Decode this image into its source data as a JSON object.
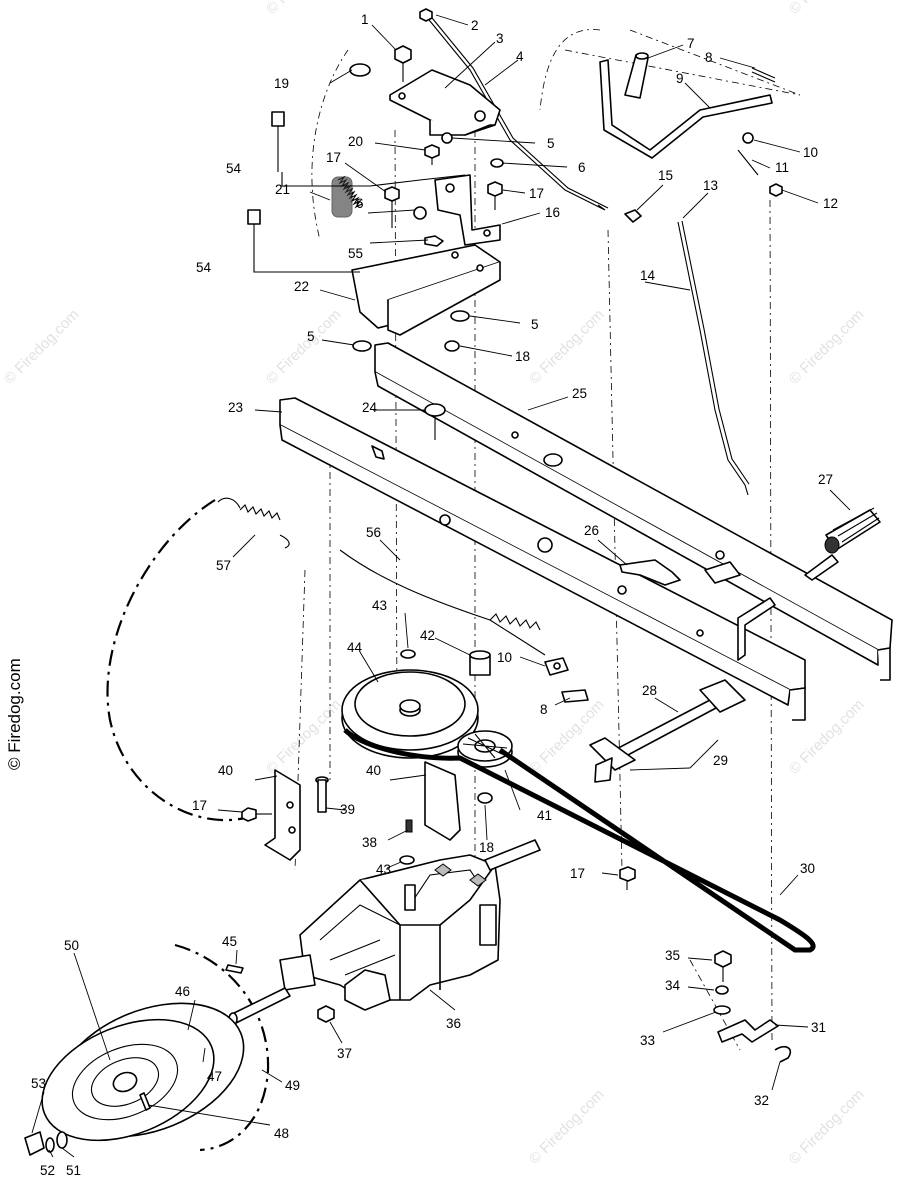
{
  "watermark": {
    "side_text": "© Firedog.com",
    "repeat_text": "© Firedog.com"
  },
  "callouts": [
    {
      "num": "1"
    },
    {
      "num": "2"
    },
    {
      "num": "3"
    },
    {
      "num": "4"
    },
    {
      "num": "5"
    },
    {
      "num": "5"
    },
    {
      "num": "5"
    },
    {
      "num": "6"
    },
    {
      "num": "6"
    },
    {
      "num": "7"
    },
    {
      "num": "8"
    },
    {
      "num": "8"
    },
    {
      "num": "9"
    },
    {
      "num": "10"
    },
    {
      "num": "10"
    },
    {
      "num": "11"
    },
    {
      "num": "12"
    },
    {
      "num": "13"
    },
    {
      "num": "14"
    },
    {
      "num": "15"
    },
    {
      "num": "16"
    },
    {
      "num": "17"
    },
    {
      "num": "17"
    },
    {
      "num": "17"
    },
    {
      "num": "17"
    },
    {
      "num": "18"
    },
    {
      "num": "18"
    },
    {
      "num": "19"
    },
    {
      "num": "20"
    },
    {
      "num": "21"
    },
    {
      "num": "22"
    },
    {
      "num": "23"
    },
    {
      "num": "24"
    },
    {
      "num": "25"
    },
    {
      "num": "26"
    },
    {
      "num": "27"
    },
    {
      "num": "28"
    },
    {
      "num": "29"
    },
    {
      "num": "30"
    },
    {
      "num": "31"
    },
    {
      "num": "32"
    },
    {
      "num": "33"
    },
    {
      "num": "34"
    },
    {
      "num": "35"
    },
    {
      "num": "36"
    },
    {
      "num": "37"
    },
    {
      "num": "38"
    },
    {
      "num": "39"
    },
    {
      "num": "40"
    },
    {
      "num": "40"
    },
    {
      "num": "41"
    },
    {
      "num": "42"
    },
    {
      "num": "43"
    },
    {
      "num": "43"
    },
    {
      "num": "44"
    },
    {
      "num": "45"
    },
    {
      "num": "46"
    },
    {
      "num": "47"
    },
    {
      "num": "48"
    },
    {
      "num": "49"
    },
    {
      "num": "50"
    },
    {
      "num": "51"
    },
    {
      "num": "52"
    },
    {
      "num": "53"
    },
    {
      "num": "54"
    },
    {
      "num": "54"
    },
    {
      "num": "55"
    },
    {
      "num": "56"
    },
    {
      "num": "57"
    }
  ]
}
